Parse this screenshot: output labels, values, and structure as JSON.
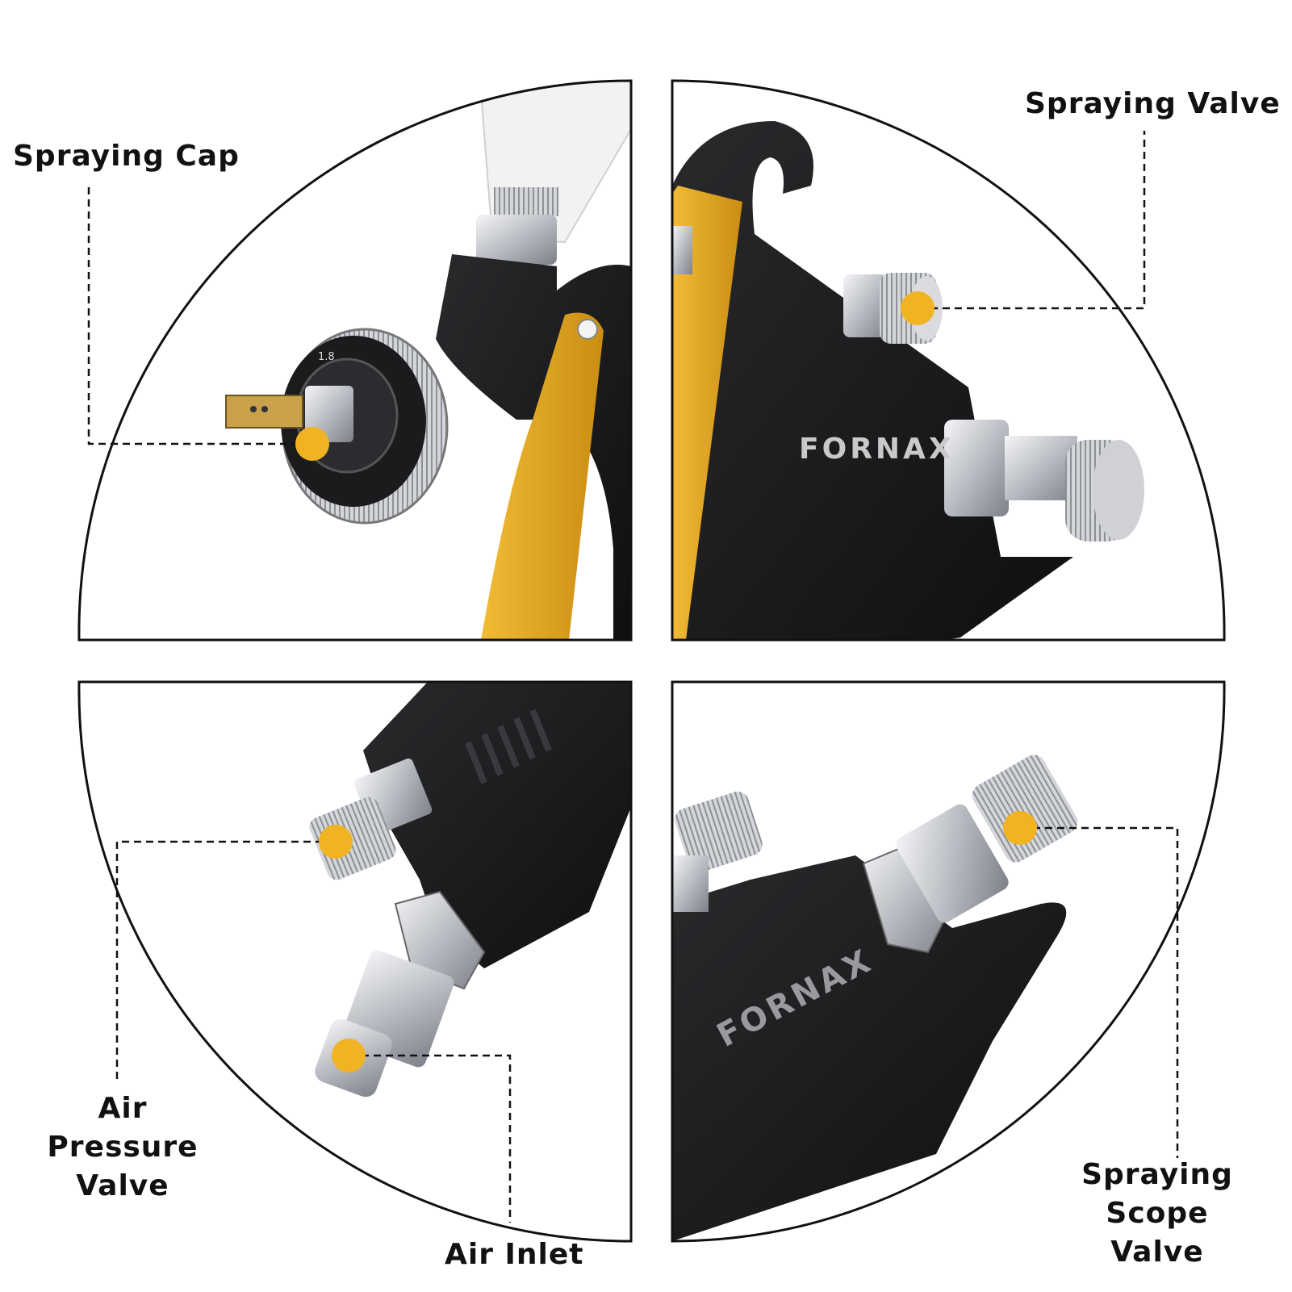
{
  "brand": {
    "logo_text": "FORNAX",
    "nozzle_marking": "1.8"
  },
  "colors": {
    "accent_dot": "#F0B323",
    "trigger_yellow": "#E9AC22",
    "gun_body_black": "#1d1d1f",
    "metal_silver": "#c9cbcf",
    "cup_white": "#f3f3f3",
    "outline": "#111111"
  },
  "callouts": {
    "spraying_cap": {
      "label": "Spraying Cap"
    },
    "spraying_valve": {
      "label": "Spraying Valve"
    },
    "air_pressure_valve": {
      "line1": "Air Pressure",
      "line2": "Valve"
    },
    "air_inlet": {
      "label": "Air Inlet"
    },
    "spraying_scope_valve": {
      "line1": "Spraying Scope",
      "line2": "Valve"
    }
  }
}
